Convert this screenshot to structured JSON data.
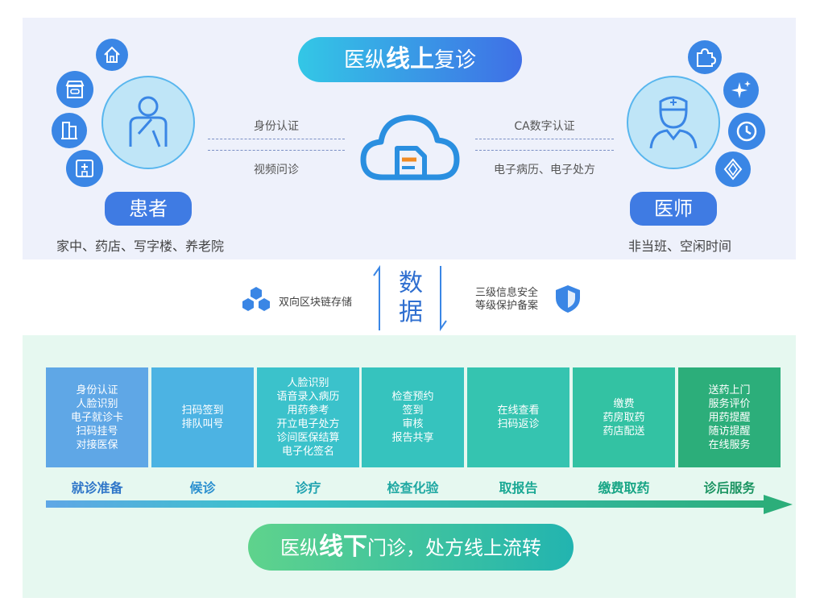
{
  "online": {
    "title_prefix": "医纵",
    "title_bold": "线上",
    "title_suffix": "复诊",
    "left_labels": [
      "身份认证",
      "视频问诊"
    ],
    "right_labels": [
      "CA数字认证",
      "电子病历、电子处方"
    ],
    "patient": {
      "label": "患者",
      "locations": "家中、药店、写字楼、养老院"
    },
    "doctor": {
      "label": "医师",
      "times": "非当班、空闲时间"
    }
  },
  "middle": {
    "storage": "双向区块链存储",
    "data_char_1": "数",
    "data_char_2": "据",
    "security_line1": "三级信息安全",
    "security_line2": "等级保护备案"
  },
  "offline": {
    "title_prefix": "医纵",
    "title_bold": "线下",
    "title_suffix": "门诊，处方线上流转",
    "steps": [
      {
        "label": "就诊准备",
        "items": [
          "身份认证",
          "人脸识别",
          "电子就诊卡",
          "扫码挂号",
          "对接医保"
        ],
        "color": "#5fa7e6",
        "label_color": "#2f76c8"
      },
      {
        "label": "候诊",
        "items": [
          "扫码签到",
          "排队叫号"
        ],
        "color": "#4cb3e3",
        "label_color": "#2a8fcf"
      },
      {
        "label": "诊疗",
        "items": [
          "人脸识别",
          "语音录入病历",
          "用药参考",
          "开立电子处方",
          "诊间医保结算",
          "电子化签名"
        ],
        "color": "#3bc2cb",
        "label_color": "#20a3b0"
      },
      {
        "label": "检查化验",
        "items": [
          "检查预约",
          "签到",
          "审核",
          "报告共享"
        ],
        "color": "#36c3be",
        "label_color": "#1fa8a2"
      },
      {
        "label": "取报告",
        "items": [
          "在线查看",
          "扫码返诊"
        ],
        "color": "#35c4b0",
        "label_color": "#1aa894"
      },
      {
        "label": "缴费取药",
        "items": [
          "缴费",
          "药房取药",
          "药店配送"
        ],
        "color": "#33c2a3",
        "label_color": "#17a585"
      },
      {
        "label": "诊后服务",
        "items": [
          "送药上门",
          "服务评价",
          "用药提醒",
          "随访提醒",
          "在线服务"
        ],
        "color": "#2cae7a",
        "label_color": "#1b9462"
      }
    ]
  },
  "icons": {
    "patient_side": [
      "home-icon",
      "store-icon",
      "building-icon",
      "hospital-icon"
    ],
    "doctor_side": [
      "puzzle-icon",
      "sparkle-icon",
      "clock-icon",
      "diamond-icon"
    ],
    "center": "cloud-document-icon",
    "blockchain": "blockchain-icon",
    "security": "shield-icon"
  }
}
